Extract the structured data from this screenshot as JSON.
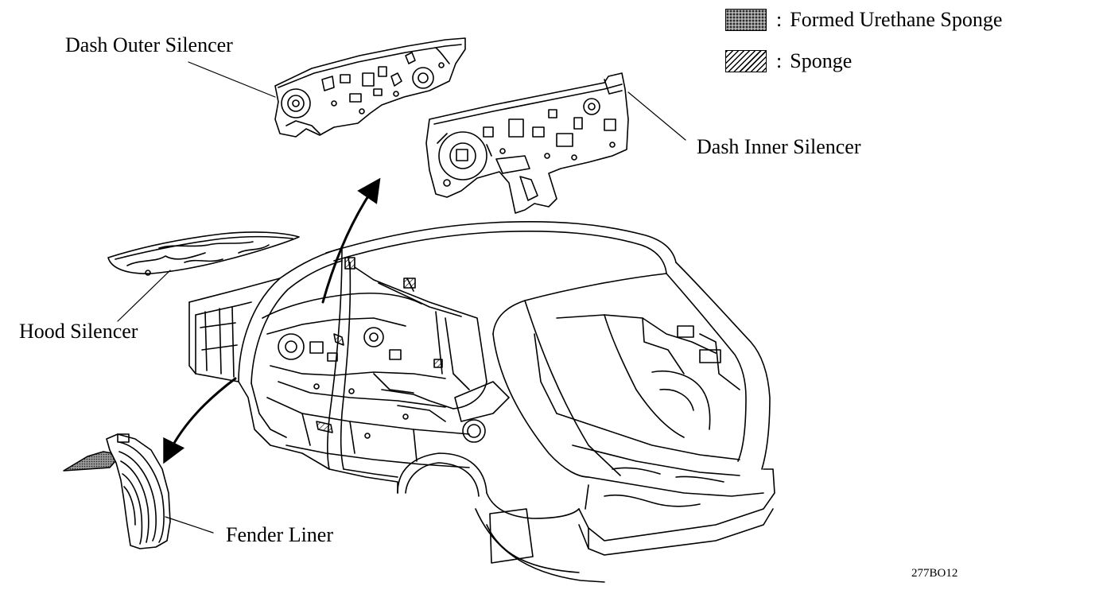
{
  "legend": [
    {
      "swatch": "formed-urethane-sponge",
      "colon": ":",
      "label": "Formed Urethane Sponge"
    },
    {
      "swatch": "sponge",
      "colon": ":",
      "label": "Sponge"
    }
  ],
  "callouts": {
    "dash_outer_silencer": "Dash Outer Silencer",
    "dash_inner_silencer": "Dash Inner Silencer",
    "hood_silencer": "Hood Silencer",
    "fender_liner": "Fender Liner"
  },
  "figure_code": "277BO12",
  "colors": {
    "ink": "#000000",
    "paper": "#ffffff"
  }
}
